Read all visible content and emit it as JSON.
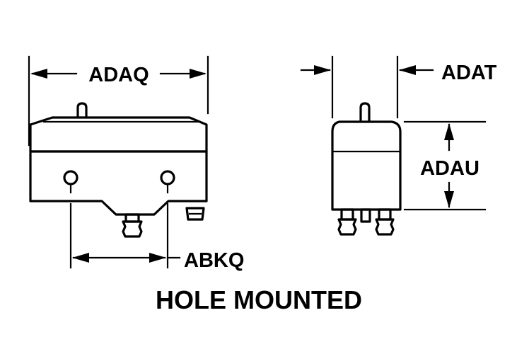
{
  "dimensions": {
    "overall_width": "ADAQ",
    "side_width": "ADAT",
    "height": "ADAU",
    "hole_spacing": "ABKQ"
  },
  "caption": "HOLE MOUNTED"
}
